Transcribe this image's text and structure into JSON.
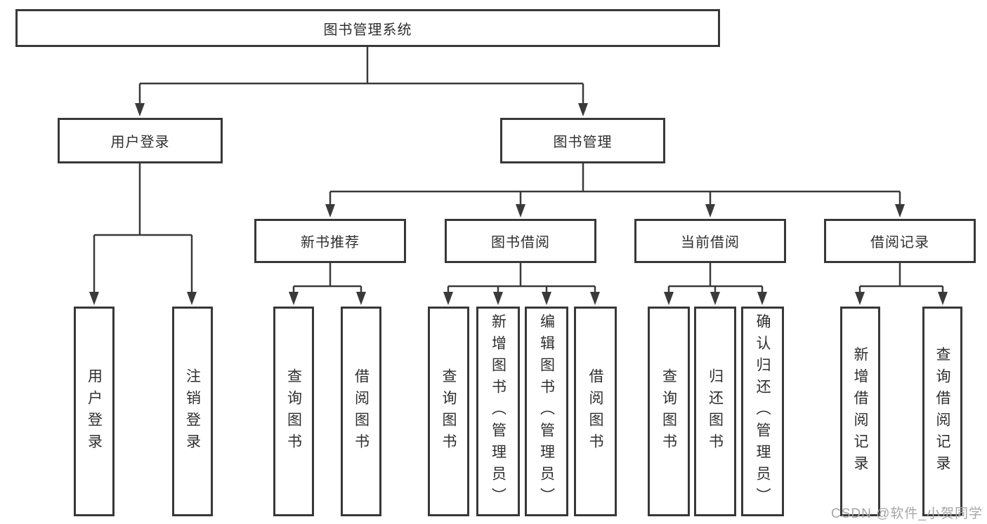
{
  "diagram": {
    "type": "tree",
    "tree": {
      "label": "图书管理系统",
      "children": [
        {
          "label": "用户登录",
          "children": [
            {
              "label": "用户登录"
            },
            {
              "label": "注销登录"
            }
          ]
        },
        {
          "label": "图书管理",
          "children": [
            {
              "label": "新书推荐",
              "children": [
                {
                  "label": "查询图书"
                },
                {
                  "label": "借阅图书"
                }
              ]
            },
            {
              "label": "图书借阅",
              "children": [
                {
                  "label": "查询图书"
                },
                {
                  "label": "新增图书（管理员）"
                },
                {
                  "label": "编辑图书（管理员）"
                },
                {
                  "label": "借阅图书"
                }
              ]
            },
            {
              "label": "当前借阅",
              "children": [
                {
                  "label": "查询图书"
                },
                {
                  "label": "归还图书"
                },
                {
                  "label": "确认归还（管理员）"
                }
              ]
            },
            {
              "label": "借阅记录",
              "children": [
                {
                  "label": "新增借阅记录"
                },
                {
                  "label": "查询借阅记录"
                }
              ]
            }
          ]
        }
      ]
    },
    "colors": {
      "line": "#3a3a3a",
      "box_border": "#383838",
      "text": "#2f2f2f",
      "background": "#ffffff",
      "watermark": "#a6a6a6"
    }
  },
  "watermark": {
    "text": "CSDN @软件_小贺同学"
  }
}
